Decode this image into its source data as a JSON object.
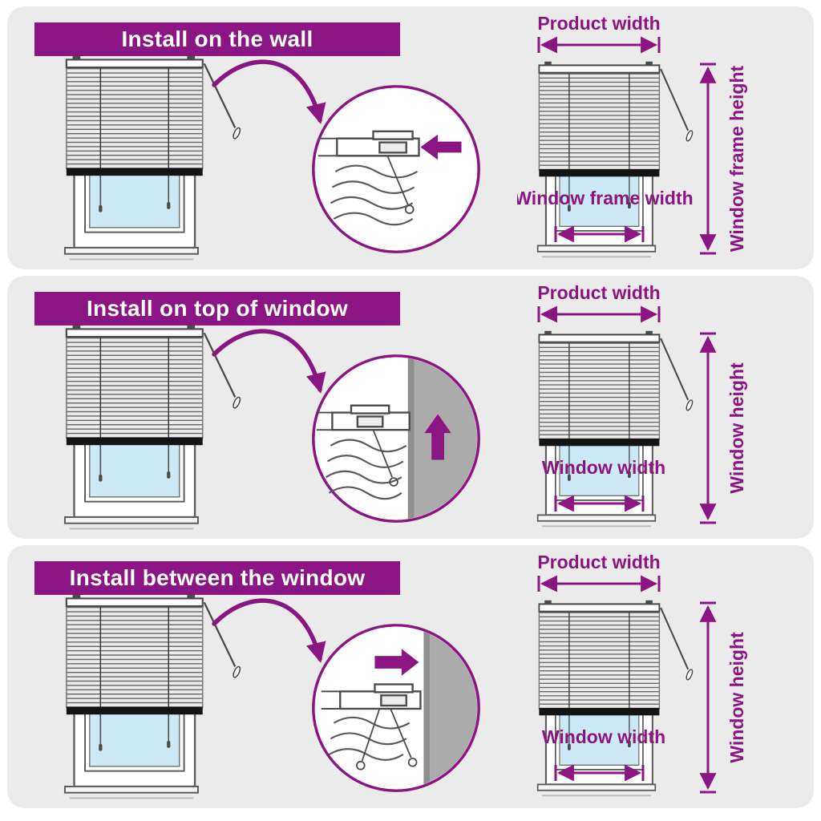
{
  "colors": {
    "accent": "#8b1582",
    "panel_bg": "#ebebeb",
    "pane_blue": "#cde9f6",
    "wall_gray": "#ababab"
  },
  "panels": [
    {
      "title": "Install on the wall",
      "labels": {
        "top": "Product width",
        "bottom": "Window frame width",
        "side": "Window frame height"
      },
      "arrow_direction": "left"
    },
    {
      "title": "Install on top of window",
      "labels": {
        "top": "Product width",
        "bottom": "Window width",
        "side": "Window height"
      },
      "arrow_direction": "up"
    },
    {
      "title": "Install between the window",
      "labels": {
        "top": "Product width",
        "bottom": "Window width",
        "side": "Window height"
      },
      "arrow_direction": "right"
    }
  ]
}
